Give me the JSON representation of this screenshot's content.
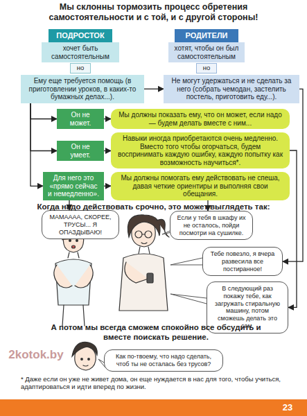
{
  "diagram": {
    "title": "Мы склонны тормозить процесс обретения самостоятельности и с той, и с другой стороны!",
    "nodes": [
      {
        "text": [
          "ПОДРОСТОК"
        ]
      },
      {
        "text": [
          "хочет быть самостоятельным"
        ]
      },
      {
        "text": [
          "но"
        ]
      },
      {
        "text": [
          "Ему еще требуется помощь (в приготовлении уроков, в каких-то бумажных делах...)."
        ]
      },
      {
        "text": [
          "РОДИТЕЛИ"
        ]
      },
      {
        "text": [
          "хотят, чтобы он был самостоятельным"
        ]
      },
      {
        "text": [
          "но"
        ]
      },
      {
        "text": [
          "Не могут удержаться и не сделать за него (собрать чемодан, застелить постель, приготовить еду...)."
        ]
      },
      {
        "text": [
          "Он не может."
        ]
      },
      {
        "text": [
          "Мы должны показать ему, что он может, если надо — будем делать вместе с ним..."
        ]
      },
      {
        "text": [
          "Он не умеет."
        ]
      },
      {
        "text": [
          "Навыки иногда приобретаются очень медленно. Вместо того чтобы огорчаться, будем воспринимать каждую ошибку, каждую попытку как возможность научиться*."
        ]
      },
      {
        "text": [
          "Для него это «прямо сейчас и немедленно»."
        ]
      },
      {
        "text": [
          "Мы должны помогать ему действовать не спеша, давая четкие ориентиры и выполняя свои обещания."
        ]
      },
      {
        "text": [
          "МАМАААА, СКОРЕЕ, ТРУСЫ... Я ОПАЗДЫВАЮ!"
        ]
      },
      {
        "text": [
          "Если у тебя в шкафу их не осталось, пойди посмотри на сушилке."
        ]
      },
      {
        "text": [
          "Тебе повезло, я вчера развесила все постиранное!"
        ]
      },
      {
        "text": [
          "В следующий раз покажу тебе, как загружать стиральную машину, потом сможешь делать это сам."
        ]
      },
      {
        "text": [
          "Как по-твоему, что надо сделать, чтоб ты не осталась без трусов?"
        ]
      }
    ],
    "edges": [
      {
        "from": 3,
        "to": 7,
        "arrow": "to"
      },
      {
        "from": 3,
        "to": 8,
        "arrow": "to"
      },
      {
        "from": 3,
        "to": 10,
        "arrow": "to"
      },
      {
        "from": 3,
        "to": 12,
        "arrow": "to"
      },
      {
        "from": 8,
        "to": 9,
        "arrow": "to"
      },
      {
        "from": 10,
        "to": 11,
        "arrow": "to"
      },
      {
        "from": 12,
        "to": 13,
        "arrow": "to"
      },
      {
        "from": 12,
        "to": 14,
        "arrow": "to"
      },
      {
        "from": 13,
        "to": 15,
        "arrow": "to"
      },
      {
        "from": 7,
        "to": 16,
        "arrow": "to"
      },
      {
        "from": 11,
        "to": 17,
        "arrow": "to"
      }
    ],
    "labels": [
      "Когда надо действовать срочно, это может выглядеть так:",
      "А потом мы всегда сможем спокойно все обсудить и вместе поискать решение.",
      "* Даже если он уже не живет дома, он еще нуждается в нас для того, чтобы учиться, адаптироваться и идти вперед по жизни.",
      "23",
      "2kotok.by"
    ]
  }
}
